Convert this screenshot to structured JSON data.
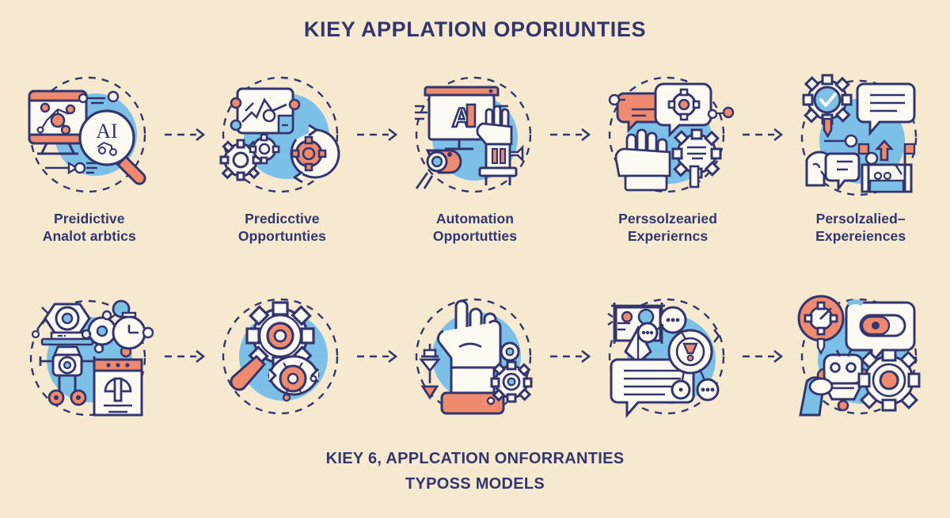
{
  "page": {
    "title": "KIEY APPLATION OPORIUNTIES",
    "background_color": "#f7e9d0",
    "navy_color": "#33356e",
    "blue_color": "#7cc0e8",
    "coral_color": "#ef8a6e",
    "white_color": "#fdfaf3"
  },
  "footer": {
    "line1": "KIEY 6, APPLCATION ONFORRANTIES",
    "line2": "TYPOSS MODELS"
  },
  "arrow": {
    "style": "dashed",
    "direction": "right",
    "icon": "dashed-arrow-right-icon"
  },
  "rows": [
    {
      "name": "top-row",
      "steps": [
        {
          "label_line1": "Preidictive",
          "label_line2": "Analot arbtics",
          "icon": "monitor-network-magnifier-ai-icon",
          "ai_text": "AI"
        },
        {
          "label_line1": "Predicctive",
          "label_line2": "Opportunties",
          "icon": "chart-card-gears-refresh-icon"
        },
        {
          "label_line1": "Automation",
          "label_line2": "Opportutties",
          "icon": "ai-screen-robot-arm-icon",
          "ai_text": "AI"
        },
        {
          "label_line1": "Perssolzearied",
          "label_line2": "Experierncs",
          "icon": "chat-bubbles-robot-hand-gear-icon"
        },
        {
          "label_line1": "Persolzalied–",
          "label_line2": "Expereiences",
          "icon": "gear-check-chatbubble-person-chart-icon"
        }
      ]
    },
    {
      "name": "bottom-row",
      "steps": [
        {
          "label_line1": "",
          "label_line2": "",
          "icon": "projector-molecule-robot-kiosk-icon"
        },
        {
          "label_line1": "",
          "label_line2": "",
          "icon": "gear-magnifier-eye-icon"
        },
        {
          "label_line1": "",
          "label_line2": "",
          "icon": "robot-hand-gear-pin-icon"
        },
        {
          "label_line1": "",
          "label_line2": "",
          "icon": "board-pen-chatbubble-network-icon"
        },
        {
          "label_line1": "",
          "label_line2": "",
          "icon": "robot-toggle-chat-gear-icon"
        }
      ]
    }
  ]
}
